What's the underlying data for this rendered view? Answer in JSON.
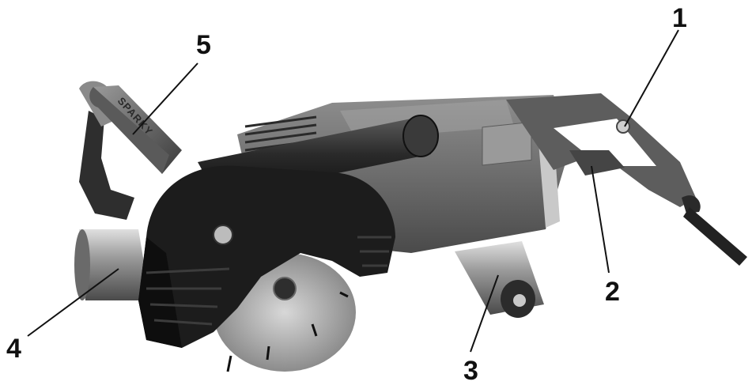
{
  "figure": {
    "brand_on_handle": "SPARKY"
  },
  "callouts": [
    {
      "id": "1",
      "label": "1"
    },
    {
      "id": "2",
      "label": "2"
    },
    {
      "id": "3",
      "label": "3"
    },
    {
      "id": "4",
      "label": "4"
    },
    {
      "id": "5",
      "label": "5"
    }
  ],
  "colors": {
    "body_gray": "#7a7a7a",
    "dark_gray": "#3a3a3a",
    "black": "#151515",
    "metal": "#b9b9b9",
    "background": "#ffffff"
  }
}
